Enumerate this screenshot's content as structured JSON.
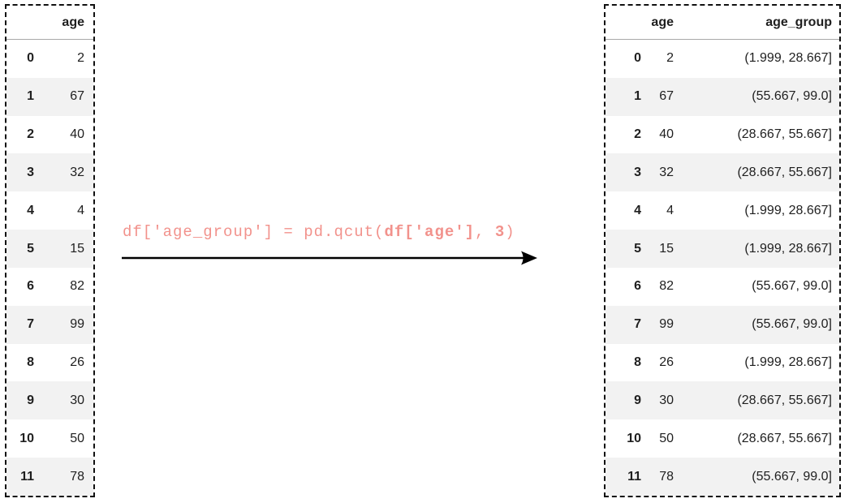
{
  "left_table": {
    "header": {
      "age": "age"
    },
    "rows": [
      {
        "idx": "0",
        "age": "2"
      },
      {
        "idx": "1",
        "age": "67"
      },
      {
        "idx": "2",
        "age": "40"
      },
      {
        "idx": "3",
        "age": "32"
      },
      {
        "idx": "4",
        "age": "4"
      },
      {
        "idx": "5",
        "age": "15"
      },
      {
        "idx": "6",
        "age": "82"
      },
      {
        "idx": "7",
        "age": "99"
      },
      {
        "idx": "8",
        "age": "26"
      },
      {
        "idx": "9",
        "age": "30"
      },
      {
        "idx": "10",
        "age": "50"
      },
      {
        "idx": "11",
        "age": "78"
      }
    ]
  },
  "right_table": {
    "header": {
      "age": "age",
      "age_group": "age_group"
    },
    "rows": [
      {
        "idx": "0",
        "age": "2",
        "group": "(1.999, 28.667]"
      },
      {
        "idx": "1",
        "age": "67",
        "group": "(55.667, 99.0]"
      },
      {
        "idx": "2",
        "age": "40",
        "group": "(28.667, 55.667]"
      },
      {
        "idx": "3",
        "age": "32",
        "group": "(28.667, 55.667]"
      },
      {
        "idx": "4",
        "age": "4",
        "group": "(1.999, 28.667]"
      },
      {
        "idx": "5",
        "age": "15",
        "group": "(1.999, 28.667]"
      },
      {
        "idx": "6",
        "age": "82",
        "group": "(55.667, 99.0]"
      },
      {
        "idx": "7",
        "age": "99",
        "group": "(55.667, 99.0]"
      },
      {
        "idx": "8",
        "age": "26",
        "group": "(1.999, 28.667]"
      },
      {
        "idx": "9",
        "age": "30",
        "group": "(28.667, 55.667]"
      },
      {
        "idx": "10",
        "age": "50",
        "group": "(28.667, 55.667]"
      },
      {
        "idx": "11",
        "age": "78",
        "group": "(55.667, 99.0]"
      }
    ]
  },
  "code": {
    "prefix": "df['age_group'] = pd.qcut(",
    "arg_bold": "df['age']",
    "separator": ", ",
    "bins_bold": "3",
    "suffix": ")"
  },
  "colors": {
    "code_text": "#f2928c",
    "row_stripe": "#f2f2f2",
    "arrow": "#000000",
    "border_dash": "#111111"
  }
}
